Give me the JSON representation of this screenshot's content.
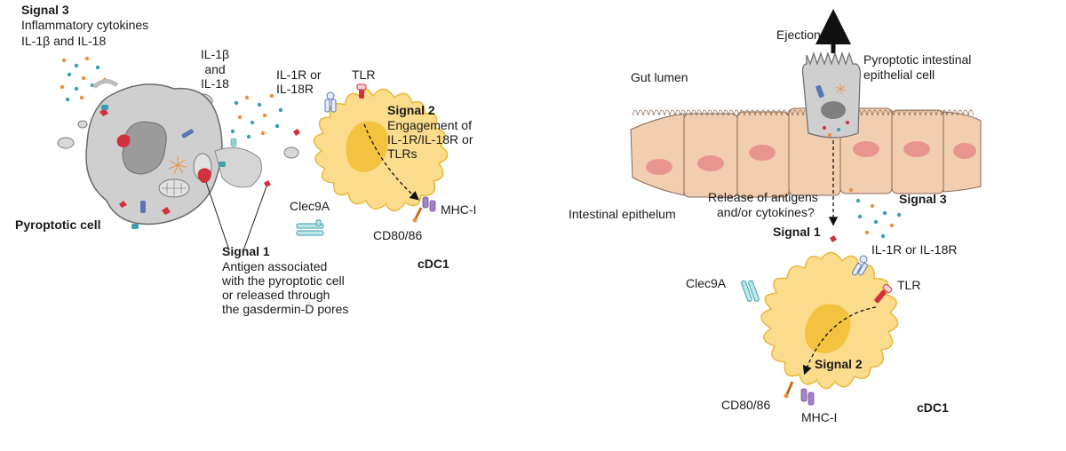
{
  "left": {
    "signal3": {
      "title": "Signal 3",
      "line1": "Inflammatory cytokines",
      "line2": "IL-1β and IL-18"
    },
    "cytokine": {
      "line1": "IL-1β",
      "line2": "and",
      "line3": "IL-18"
    },
    "receptor": {
      "line1": "IL-1R or",
      "line2": "IL-18R"
    },
    "tlr": "TLR",
    "signal2": {
      "title": "Signal 2",
      "line1": "Engagement of",
      "line2": "IL-1R/IL-18R or",
      "line3": "TLRs"
    },
    "clec9a": "Clec9A",
    "mhc": "MHC-I",
    "cd80": "CD80/86",
    "cdc1": "cDC1",
    "pyroptotic_cell": "Pyroptotic cell",
    "signal1": {
      "title": "Signal 1",
      "line1": "Antigen associated",
      "line2": "with the pyroptotic cell",
      "line3": "or released through",
      "line4": "the gasdermin-D pores"
    }
  },
  "right": {
    "ejection": "Ejection",
    "pyro_epi": {
      "line1": "Pyroptotic intestinal",
      "line2": "epithelial cell"
    },
    "gut_lumen": "Gut lumen",
    "release": {
      "line1": "Release of antigens",
      "line2": "and/or cytokines?"
    },
    "signal3": "Signal 3",
    "intestinal_epithelium": "Intestinal epithelum",
    "signal1": "Signal 1",
    "receptor": "IL-1R or IL-18R",
    "clec9a": "Clec9A",
    "tlr": "TLR",
    "signal2": "Signal 2",
    "cd80": "CD80/86",
    "mhc": "MHC-I",
    "cdc1": "cDC1"
  },
  "colors": {
    "dc_fill": "#fbdc8c",
    "dc_stroke": "#e8b83c",
    "dc_nucleus": "#f3c23e",
    "cell_gray": "#cfcfcf",
    "cell_dark": "#9b9b9b",
    "epithelium": "#f2ceb0",
    "epi_nucleus": "#e9958f",
    "antigen_red": "#d0313c",
    "cytokine_orange": "#ee8e3c",
    "cytokine_teal": "#3a9fb0"
  }
}
